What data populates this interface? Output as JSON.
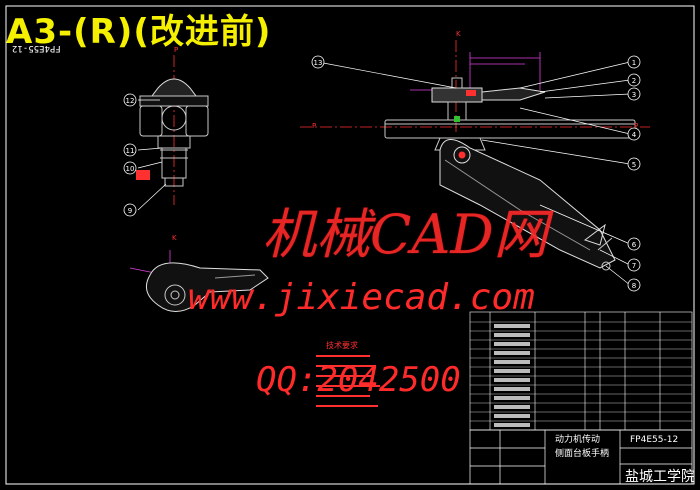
{
  "title": "A3-(R)(改进前)",
  "drawing_code_rotated": "FP4E55-12",
  "watermark": {
    "line1": "机械CAD网",
    "line2": "www.jixiecad.com",
    "line3": "QQ:2042500"
  },
  "title_block": {
    "drawing_no": "FP4E55-12",
    "name_line1": "动力机传动",
    "name_line2": "侧面台板手柄",
    "school": "盐城工学院"
  },
  "tech_req": {
    "heading": "技术要求"
  },
  "balloons": [
    "13",
    "1",
    "2",
    "3",
    "4",
    "5",
    "6",
    "7",
    "8",
    "12",
    "11",
    "10",
    "9"
  ],
  "section_labels": [
    "P",
    "P",
    "K",
    "K",
    "P"
  ],
  "colors": {
    "background": "#000000",
    "title": "#f5f000",
    "outline": "#ffffff",
    "part": "#c8c8c8",
    "leader": "#ffffff",
    "watermark": "#ff2a2a",
    "section": "#ff3030",
    "dimension": "#e040e0"
  }
}
